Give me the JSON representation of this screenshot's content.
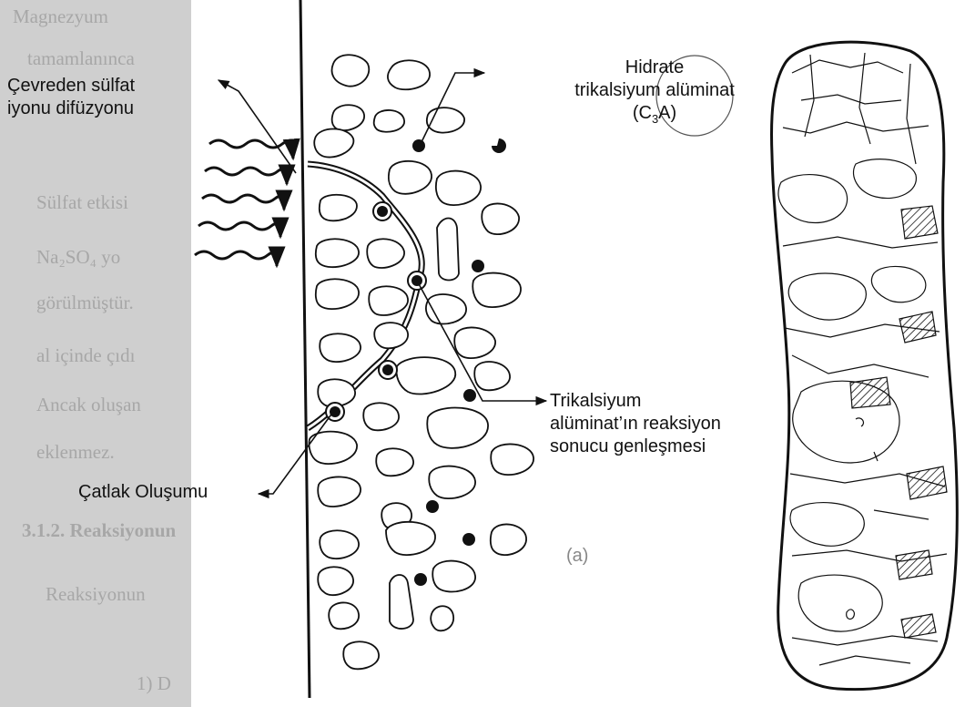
{
  "labels": {
    "sulfate_diffusion": [
      "Çevreden sülfat",
      "iyonu difüzyonu"
    ],
    "hydrated_c3a": {
      "line1": "Hidrate",
      "line2": "trikalsiyum alüminat",
      "formula_prefix": "(C",
      "formula_sub": "3",
      "formula_suffix": "A)"
    },
    "c3a_expansion": [
      "Trikalsiyum",
      "alüminat’ın reaksiyon",
      "sonucu genleşmesi"
    ],
    "crack_formation": "Çatlak Oluşumu",
    "panel_a": "(a)"
  },
  "background_text": [
    "Magnezyum",
    "tamamlanınca",
    "Sülfat etkisi",
    "Na₂SO₄  yo",
    "görülmüştür.",
    "al içinde çıdı",
    "Ancak oluşan",
    "eklenmez.",
    "3.1.2.  Reaksiyonun",
    "Reaksiyonun",
    "1)  D"
  ],
  "colors": {
    "paper": "#cfcfcf",
    "figure_panel": "#ffffff",
    "ink": "#111111",
    "ghost_text": "#9a9a9a"
  }
}
